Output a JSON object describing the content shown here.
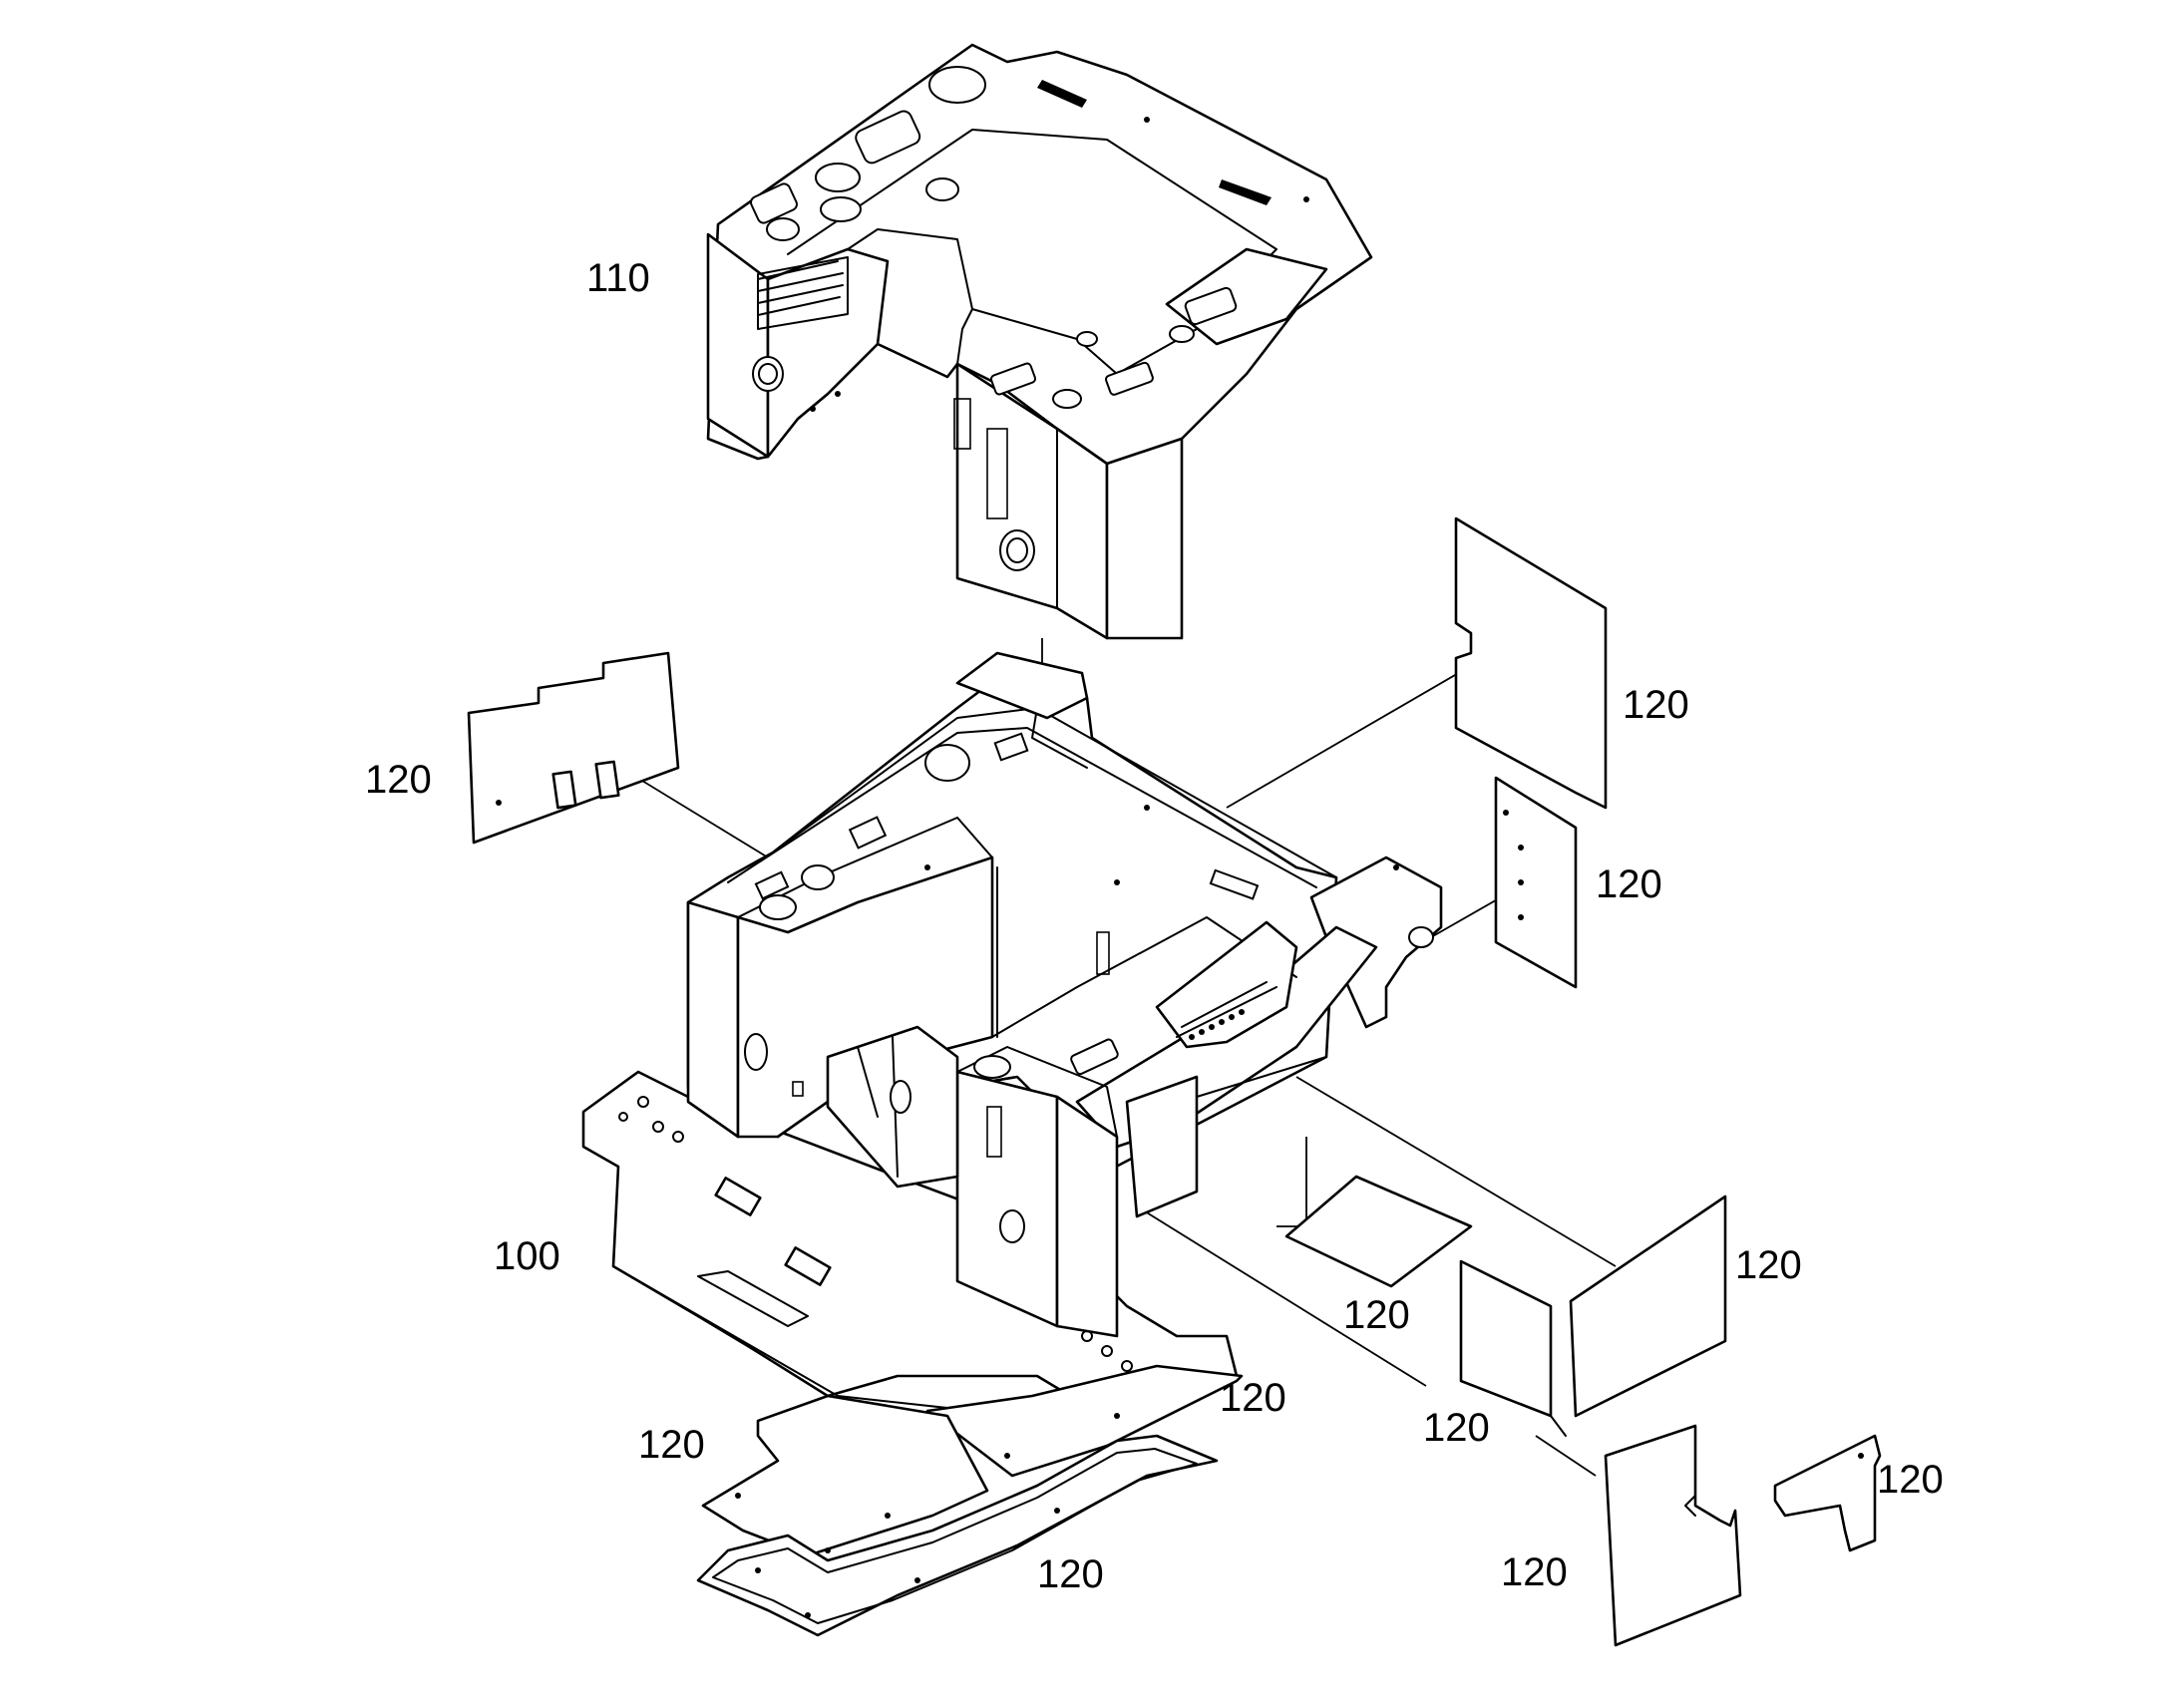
{
  "diagram": {
    "callouts": {
      "c110": "110",
      "c100": "100",
      "c120_left": "120",
      "c120_right_top": "120",
      "c120_right_mid": "120",
      "c120_right_lower": "120",
      "c120_floor_center": "120",
      "c120_bottom_center": "120",
      "c120_under_plate": "120",
      "c120_lower_left": "120",
      "c120_bottom_mat": "120",
      "c120_bottom_right": "120",
      "c120_small_bracket": "120"
    }
  }
}
